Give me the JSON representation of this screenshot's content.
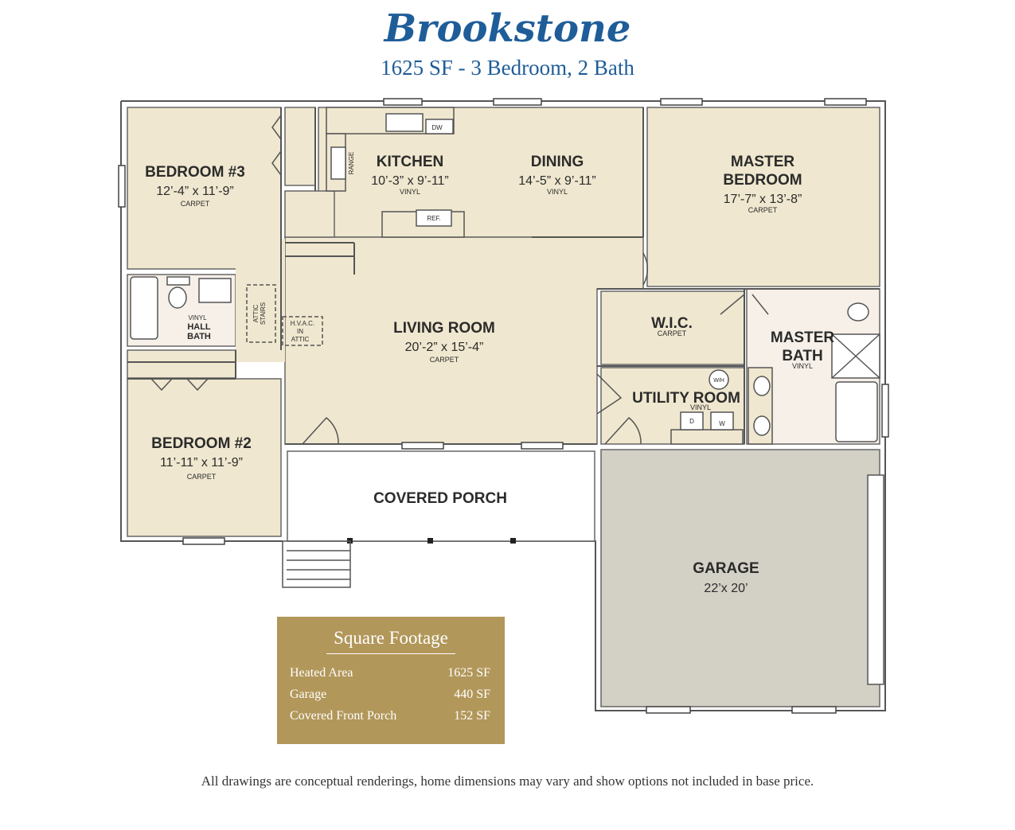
{
  "header": {
    "title": "Brookstone",
    "subtitle": "1625 SF - 3 Bedroom, 2 Bath"
  },
  "rooms": {
    "bedroom3": {
      "name": "BEDROOM #3",
      "dims": "12’-4” x 11’-9”",
      "floor": "CARPET"
    },
    "kitchen": {
      "name": "KITCHEN",
      "dims": "10’-3” x 9’-11”",
      "floor": "VINYL"
    },
    "dining": {
      "name": "DINING",
      "dims": "14’-5” x 9’-11”",
      "floor": "VINYL"
    },
    "master_bedroom": {
      "name_line1": "MASTER",
      "name_line2": "BEDROOM",
      "dims": "17’-7” x 13’-8”",
      "floor": "CARPET"
    },
    "hall_bath": {
      "floor": "VINYL",
      "name_line1": "HALL",
      "name_line2": "BATH"
    },
    "living_room": {
      "name": "LIVING ROOM",
      "dims": "20’-2” x 15’-4”",
      "floor": "CARPET"
    },
    "wic": {
      "name": "W.I.C.",
      "floor": "CARPET"
    },
    "master_bath": {
      "name_line1": "MASTER",
      "name_line2": "BATH",
      "floor": "VINYL"
    },
    "utility_room": {
      "name": "UTILITY ROOM",
      "floor": "VINYL"
    },
    "bedroom2": {
      "name": "BEDROOM #2",
      "dims": "11’-11” x 11’-9”",
      "floor": "CARPET"
    },
    "covered_porch": {
      "name": "COVERED PORCH"
    },
    "garage": {
      "name": "GARAGE",
      "dims": "22’x 20’"
    }
  },
  "fixtures": {
    "dishwasher": "DW",
    "range": "RANGE",
    "refrigerator": "REF.",
    "water_heater": "W/H",
    "dryer": "D",
    "washer": "W",
    "attic_stairs_line1": "ATTIC",
    "attic_stairs_line2": "STAIRS",
    "hvac_line1": "H.V.A.C.",
    "hvac_line2": "IN",
    "hvac_line3": "ATTIC"
  },
  "square_footage": {
    "title": "Square Footage",
    "rows": [
      {
        "label": "Heated Area",
        "value": "1625 SF"
      },
      {
        "label": "Garage",
        "value": "440 SF"
      },
      {
        "label": "Covered Front Porch",
        "value": "152 SF"
      }
    ]
  },
  "footer": {
    "disclaimer": "All drawings are conceptual renderings, home dimensions may vary and show options not included in base price."
  },
  "colors": {
    "title": "#1f5d99",
    "room_fill": "#efe7cf",
    "bath_fill": "#f6f0e8",
    "garage_fill": "#d3d0c6",
    "sqft_box": "#b2975a"
  }
}
